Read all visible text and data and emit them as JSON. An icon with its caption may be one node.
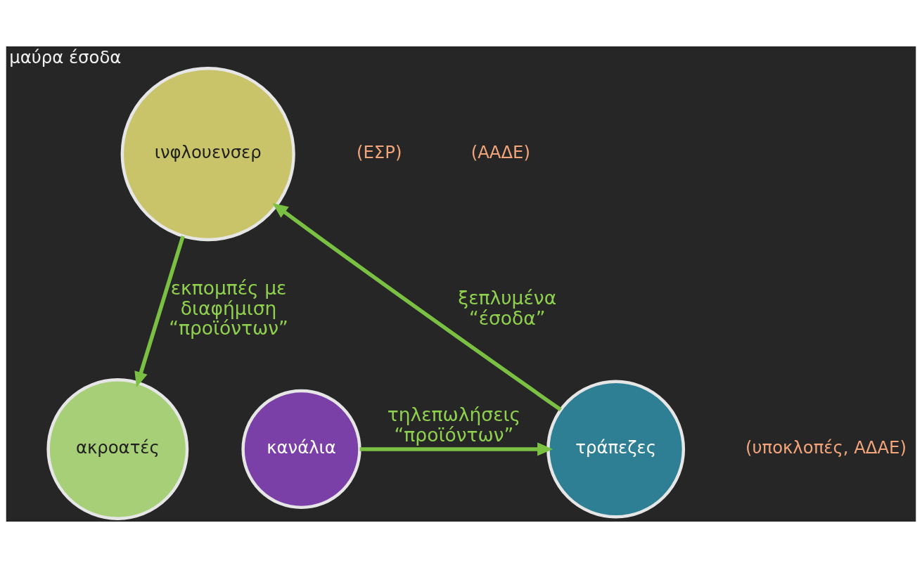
{
  "diagram": {
    "nodes": [
      {
        "text": [
          "ινφλουενσερ"
        ],
        "beside": [
          "μαύρα έσοδα"
        ]
      },
      {
        "text": [
          "ακροατές"
        ]
      },
      {
        "text": [
          "κανάλια"
        ]
      },
      {
        "text": [
          "τράπεζες"
        ]
      }
    ],
    "edges": [
      {
        "from": 0,
        "to": 1,
        "arrow": "to",
        "label": "εκπομπές με διαφήμιση “προϊόντων”"
      },
      {
        "from": 2,
        "to": 3,
        "arrow": "to",
        "label": "τηλεπωλήσεις “προϊόντων”"
      },
      {
        "from": 3,
        "to": 0,
        "arrow": "to",
        "label": "ξεπλυμένα “έσοδα”"
      }
    ],
    "labels": [
      "(ΕΣΡ)",
      "(υποκλοπές, ΑΔΑΕ)",
      "(ΑΑΔΕ)"
    ]
  }
}
